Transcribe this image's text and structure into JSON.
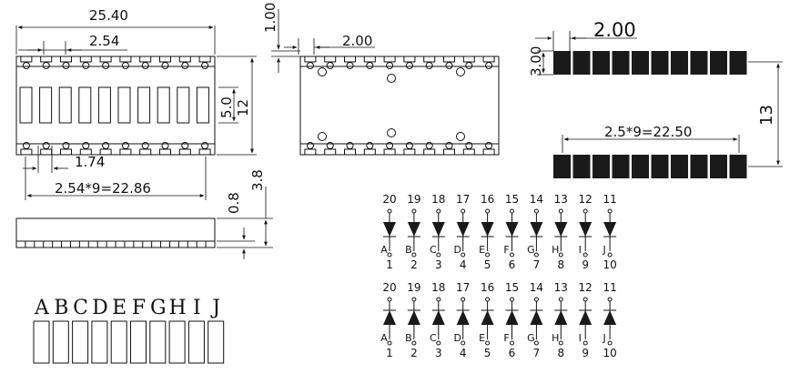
{
  "front_view": {
    "dim_total_width": "25.40",
    "dim_pitch": "2.54",
    "dim_segment_height": "5.0",
    "dim_body_height": "12",
    "dim_pin_width": "1.74",
    "dim_pin_span": "2.54*9=22.86"
  },
  "back_view": {
    "dim_pin_offset": "2.00"
  },
  "side_view": {
    "dim_thickness": "0.8",
    "dim_height": "3.8"
  },
  "right_view": {
    "dim_bar_offset": "2.00",
    "dim_bar_height": "3.00",
    "dim_overall_height": "13",
    "dim_bar_span": "2.5*9=22.50"
  },
  "segment_labels": [
    "A",
    "B",
    "C",
    "D",
    "E",
    "F",
    "G",
    "H",
    "I",
    "J"
  ],
  "upper_pins": [
    "20",
    "19",
    "18",
    "17",
    "16",
    "15",
    "14",
    "13",
    "12",
    "11"
  ],
  "lower_pins": [
    "1",
    "2",
    "3",
    "4",
    "5",
    "6",
    "7",
    "8",
    "9",
    "10"
  ],
  "colors": {
    "ink": "#111111",
    "fill": "#1a1a1a"
  }
}
